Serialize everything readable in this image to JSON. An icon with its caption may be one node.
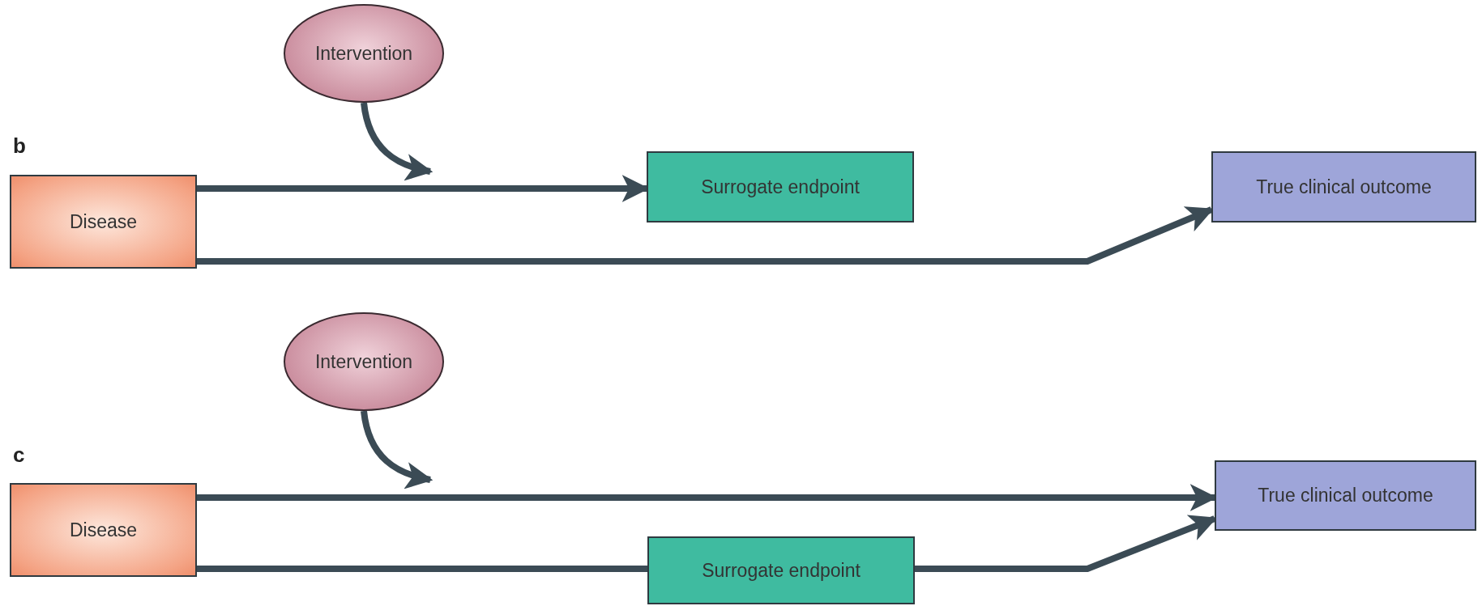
{
  "diagram": {
    "nodes": [
      {
        "text": [
          "Intervention"
        ]
      },
      {
        "text": [
          "Disease"
        ]
      },
      {
        "text": [
          "Surrogate endpoint"
        ]
      },
      {
        "text": [
          "True clinical outcome"
        ]
      },
      {
        "text": [
          "Intervention"
        ]
      },
      {
        "text": [
          "Disease"
        ]
      },
      {
        "text": [
          "True clinical outcome"
        ]
      },
      {
        "text": [
          "Surrogate endpoint"
        ]
      }
    ],
    "edges": [
      {
        "from": 1,
        "to": 2,
        "arrow": "to"
      },
      {
        "from": 1,
        "to": 3,
        "arrow": "to"
      },
      {
        "from": 0,
        "to": null,
        "arrow": "to"
      },
      {
        "from": 5,
        "to": 6,
        "arrow": "to"
      },
      {
        "from": 5,
        "to": 7,
        "arrow": "none"
      },
      {
        "from": 7,
        "to": 6,
        "arrow": "to"
      },
      {
        "from": 4,
        "to": null,
        "arrow": "to"
      }
    ],
    "labels": [
      "b",
      "c"
    ]
  }
}
